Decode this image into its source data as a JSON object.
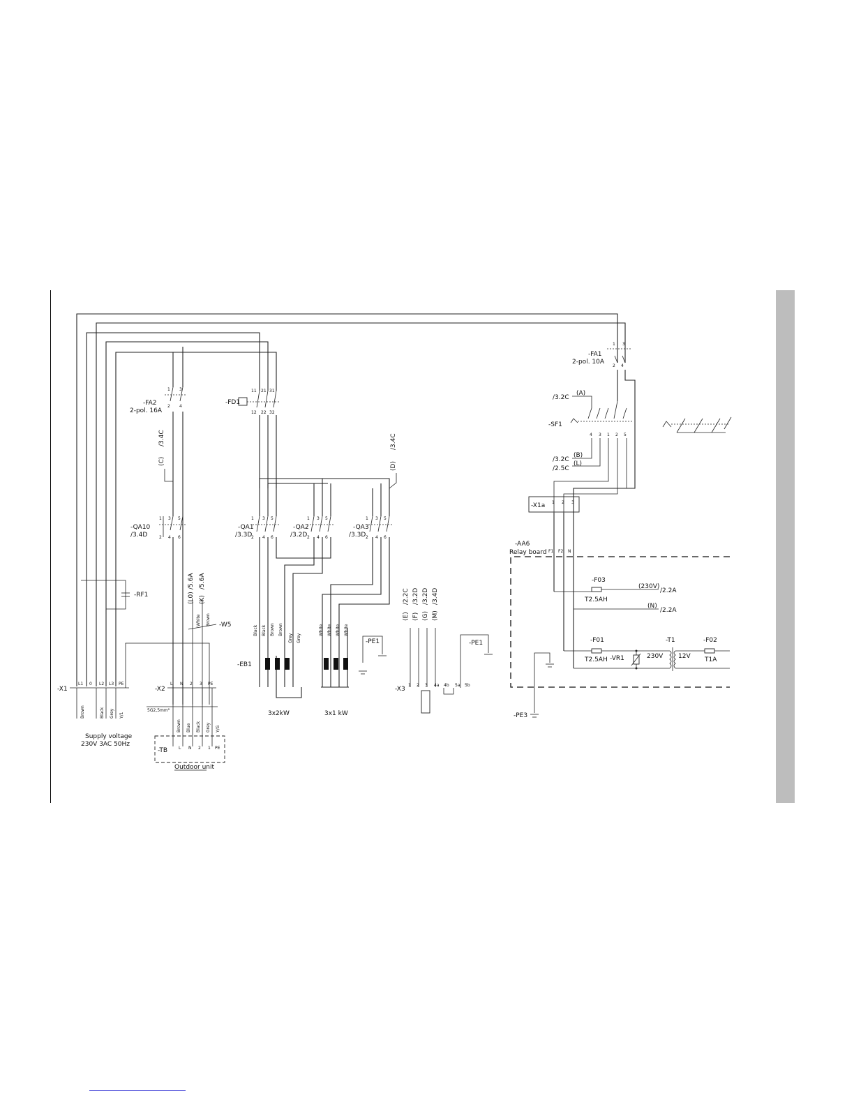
{
  "components": {
    "fa1": {
      "tag": "-FA1",
      "spec": "2-pol. 10A"
    },
    "fa2": {
      "tag": "-FA2",
      "spec": "2-pol. 16A"
    },
    "fd1": {
      "tag": "-FD1"
    },
    "sf1": {
      "tag": "-SF1"
    },
    "x1a": {
      "tag": "-X1a"
    },
    "aa6": {
      "tag": "-AA6",
      "name": "Relay board"
    },
    "qa10": {
      "tag": "-QA10",
      "ref": "/3.4D"
    },
    "qa1": {
      "tag": "-QA1",
      "ref": "/3.3D"
    },
    "qa2": {
      "tag": "-QA2",
      "ref": "/3.2D"
    },
    "qa3": {
      "tag": "-QA3",
      "ref": "/3.3D"
    },
    "rf1": {
      "tag": "-RF1"
    },
    "w5": {
      "tag": "-W5"
    },
    "eb1": {
      "tag": "-EB1",
      "bank1": "3x2kW",
      "bank2": "3x1 kW"
    },
    "pe1a": {
      "tag": "-PE1"
    },
    "pe1b": {
      "tag": "-PE1"
    },
    "pe3": {
      "tag": "-PE3"
    },
    "x1": {
      "tag": "-X1",
      "caption1": "Supply voltage",
      "caption2": "230V 3AC 50Hz"
    },
    "x2": {
      "tag": "-X2",
      "cable": "5G2,5mm²"
    },
    "x3": {
      "tag": "-X3"
    },
    "tb": {
      "tag": "-TB",
      "caption": "Outdoor unit"
    },
    "f03": {
      "tag": "-F03",
      "rating": "T2.5AH"
    },
    "f01": {
      "tag": "-F01",
      "rating": "T2.5AH"
    },
    "f02": {
      "tag": "-F02",
      "rating": "T1A"
    },
    "t1": {
      "tag": "-T1",
      "primary": "230V",
      "secondary": "12V"
    },
    "vr1": {
      "tag": "-VR1"
    }
  },
  "refs": {
    "a": "(A)",
    "a_ref": "/3.2C",
    "b": "(B)",
    "b_ref": "/3.2C",
    "l": "(L)",
    "l_ref": "/2.5C",
    "c": "(C)",
    "c_ref": "/3.4C",
    "d": "(D)",
    "d_ref": "/3.4C",
    "l0": "(L0)",
    "l0_ref": "/5.6A",
    "n0": "(K)",
    "n0_ref": "/5.6A",
    "v230": "(230V)",
    "v230_ref": "/2.2A",
    "n": "(N)",
    "n_ref": "/2.2A",
    "x3_e": "(E)",
    "x3_e_ref": "/2.2C",
    "x3_f": "(F)",
    "x3_f_ref": "/3.2D",
    "x3_g": "(G)",
    "x3_g_ref": "/3.2D",
    "x3_m": "(M)",
    "x3_m_ref": "/3.4D"
  },
  "x1_terminals": [
    "L1",
    "0",
    "L2",
    "L3",
    "PE"
  ],
  "x1_wire_colors": [
    "Brown",
    "Black",
    "Grey",
    "Y/1"
  ],
  "x2_terminals": [
    "L",
    "N",
    "2",
    "3",
    "PE"
  ],
  "x2_wire_colors": [
    "Brown",
    "Blue",
    "Black",
    "Grey",
    "Y/G"
  ],
  "tb_terminals": [
    "L",
    "N",
    "2",
    "1",
    "PE"
  ],
  "w5_wire_colors": [
    "White",
    "Brown"
  ],
  "eb1_wire_colors_2kw": [
    "Black",
    "Black",
    "Brown",
    "Brown",
    "Grey",
    "Grey"
  ],
  "eb1_wire_colors_1kw": [
    "White",
    "White",
    "White",
    "White"
  ],
  "x3_terminals": [
    "1",
    "2",
    "3",
    "4a",
    "4b",
    "5a",
    "5b"
  ],
  "relay_terminals": [
    "F1",
    "F2",
    "N"
  ],
  "x1a_terminals": [
    "1",
    "2",
    "3"
  ],
  "sf1_terminals": [
    "4",
    "3",
    "1",
    "2",
    "5"
  ],
  "contact_numbers": {
    "fa": [
      "1",
      "3",
      "2",
      "4"
    ],
    "fd1": [
      "11",
      "21",
      "31",
      "12",
      "22",
      "32"
    ],
    "qa": [
      "1",
      "3",
      "5",
      "2",
      "4",
      "6"
    ]
  },
  "colors": {
    "sidebar": "#bdbdbd",
    "ink": "#111111",
    "link": "#3b3bd6"
  }
}
